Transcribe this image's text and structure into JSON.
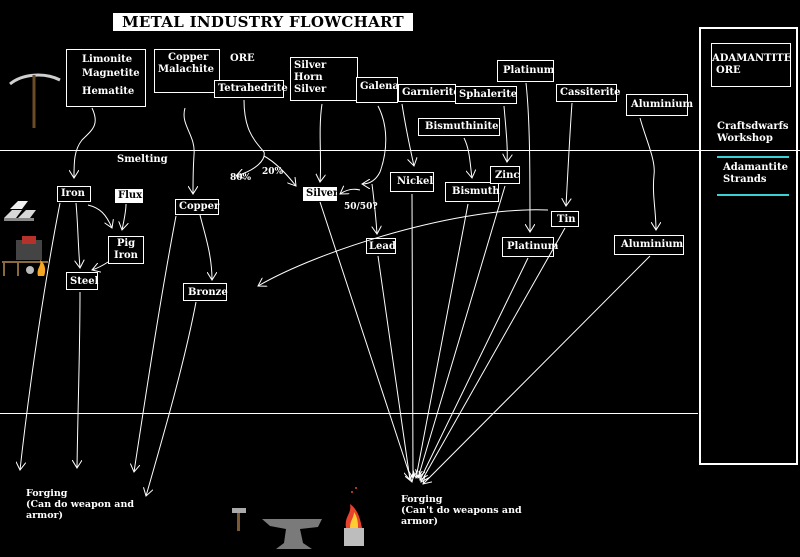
{
  "title": "METAL INDUSTRY FLOWCHART",
  "ores": {
    "iron_ores": [
      "Limonite",
      "Magnetite",
      "Hematite"
    ],
    "copper_ores": [
      "Copper",
      "Malachite"
    ],
    "ore_label": "ORE",
    "tetrahedrite": "Tetrahedrite",
    "silver_ores": [
      "Silver",
      "Horn Silver"
    ],
    "galena": "Galena",
    "garnierite": "Garnierite",
    "sphalerite": "Sphalerite",
    "platinum": "Platinum",
    "cassiterite": "Cassiterite",
    "aluminium": "Aluminium",
    "bismuthinite": "Bismuthinite"
  },
  "smelting": {
    "label": "Smelting",
    "iron": "Iron",
    "flux": "Flux",
    "pig_iron": [
      "Pig",
      "Iron"
    ],
    "steel": "Steel",
    "copper": "Copper",
    "bronze": "Bronze",
    "silver": "Silver",
    "nickel": "Nickel",
    "bismuth": "Bismuth",
    "zinc": "Zinc",
    "lead": "Lead",
    "tin": "Tin",
    "platinum": "Platinum",
    "aluminium": "Aluminium",
    "pct_80": "80%",
    "pct_20": "20%",
    "split_50": "50/50?"
  },
  "forging": {
    "left": [
      "Forging",
      "(Can do weapon and",
      "armor)"
    ],
    "right": [
      "Forging",
      "(Can't do weapons and",
      "armor)"
    ]
  },
  "adamantite": {
    "ore": [
      "ADAMANTITE",
      "ORE"
    ],
    "workshop": [
      "Craftsdwarfs",
      "Workshop"
    ],
    "strands": [
      "Adamantite",
      "Strands"
    ]
  },
  "icons": [
    "pickaxe-icon",
    "metal-bars-icon",
    "smelter-furnace-icon",
    "hammer-icon",
    "anvil-icon",
    "forge-fire-icon"
  ],
  "colors": {
    "background": "#000000",
    "foreground": "#ffffff",
    "accent": "#39d0d8"
  }
}
